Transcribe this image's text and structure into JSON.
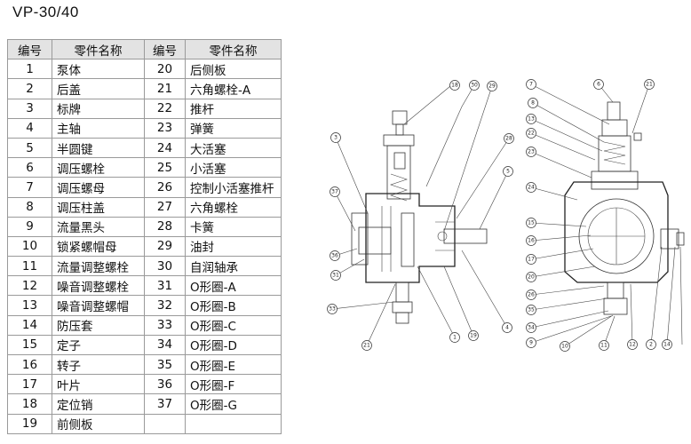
{
  "title": "VP-30/40",
  "table": {
    "headers": [
      "编号",
      "零件名称",
      "编号",
      "零件名称"
    ],
    "rows": [
      [
        "1",
        "泵体",
        "20",
        "后侧板"
      ],
      [
        "2",
        "后盖",
        "21",
        "六角螺栓-A"
      ],
      [
        "3",
        "标牌",
        "22",
        "推杆"
      ],
      [
        "4",
        "主轴",
        "23",
        "弹簧"
      ],
      [
        "5",
        "半圆键",
        "24",
        "大活塞"
      ],
      [
        "6",
        "调压螺栓",
        "25",
        "小活塞"
      ],
      [
        "7",
        "调压螺母",
        "26",
        "控制小活塞推杆"
      ],
      [
        "8",
        "调压柱盖",
        "27",
        "六角螺栓"
      ],
      [
        "9",
        "流量黑头",
        "28",
        "卡簧"
      ],
      [
        "10",
        "锁紧螺帽母",
        "29",
        "油封"
      ],
      [
        "11",
        "流量调整螺栓",
        "30",
        "自润轴承"
      ],
      [
        "12",
        "噪音调整螺栓",
        "31",
        "O形圈-A"
      ],
      [
        "13",
        "噪音调整螺帽",
        "32",
        "O形圈-B"
      ],
      [
        "14",
        "防压套",
        "33",
        "O形圈-C"
      ],
      [
        "15",
        "定子",
        "34",
        "O形圈-D"
      ],
      [
        "16",
        "转子",
        "35",
        "O形圈-E"
      ],
      [
        "17",
        "叶片",
        "36",
        "O形圈-F"
      ],
      [
        "18",
        "定位销",
        "37",
        "O形圈-G"
      ],
      [
        "19",
        "前侧板",
        "",
        ""
      ]
    ]
  },
  "left_view": {
    "callouts": [
      "18",
      "30",
      "29",
      "3",
      "28",
      "5",
      "37",
      "36",
      "31",
      "33",
      "21",
      "1",
      "19",
      "4"
    ]
  },
  "right_view": {
    "callouts": [
      "7",
      "6",
      "21",
      "8",
      "13",
      "22",
      "23",
      "24",
      "15",
      "16",
      "17",
      "20",
      "26",
      "35",
      "34",
      "9",
      "10",
      "11",
      "12",
      "2",
      "14"
    ]
  }
}
